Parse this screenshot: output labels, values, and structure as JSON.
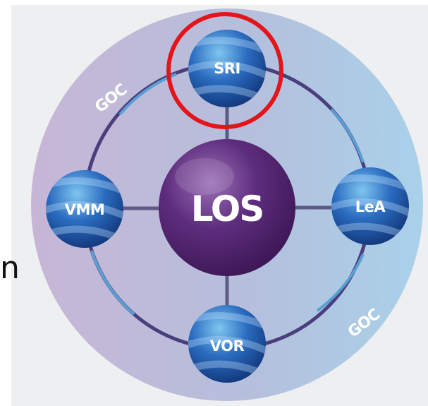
{
  "diagram": {
    "center": {
      "label": "LOS"
    },
    "nodes": {
      "top": {
        "label": "SRI"
      },
      "left": {
        "label": "VMM"
      },
      "right": {
        "label": "LeA"
      },
      "bottom": {
        "label": "VOR"
      }
    },
    "arc_labels": [
      "GOC",
      "GOC"
    ],
    "highlighted_node": "SRI"
  },
  "side_text": "n",
  "colors": {
    "highlight_ring": "#e3151a",
    "center_sphere": "#5a2a78",
    "node_sphere": "#1d4fa0",
    "ring_stroke": "#4a3a78",
    "spoke": "#6a7fa8"
  }
}
